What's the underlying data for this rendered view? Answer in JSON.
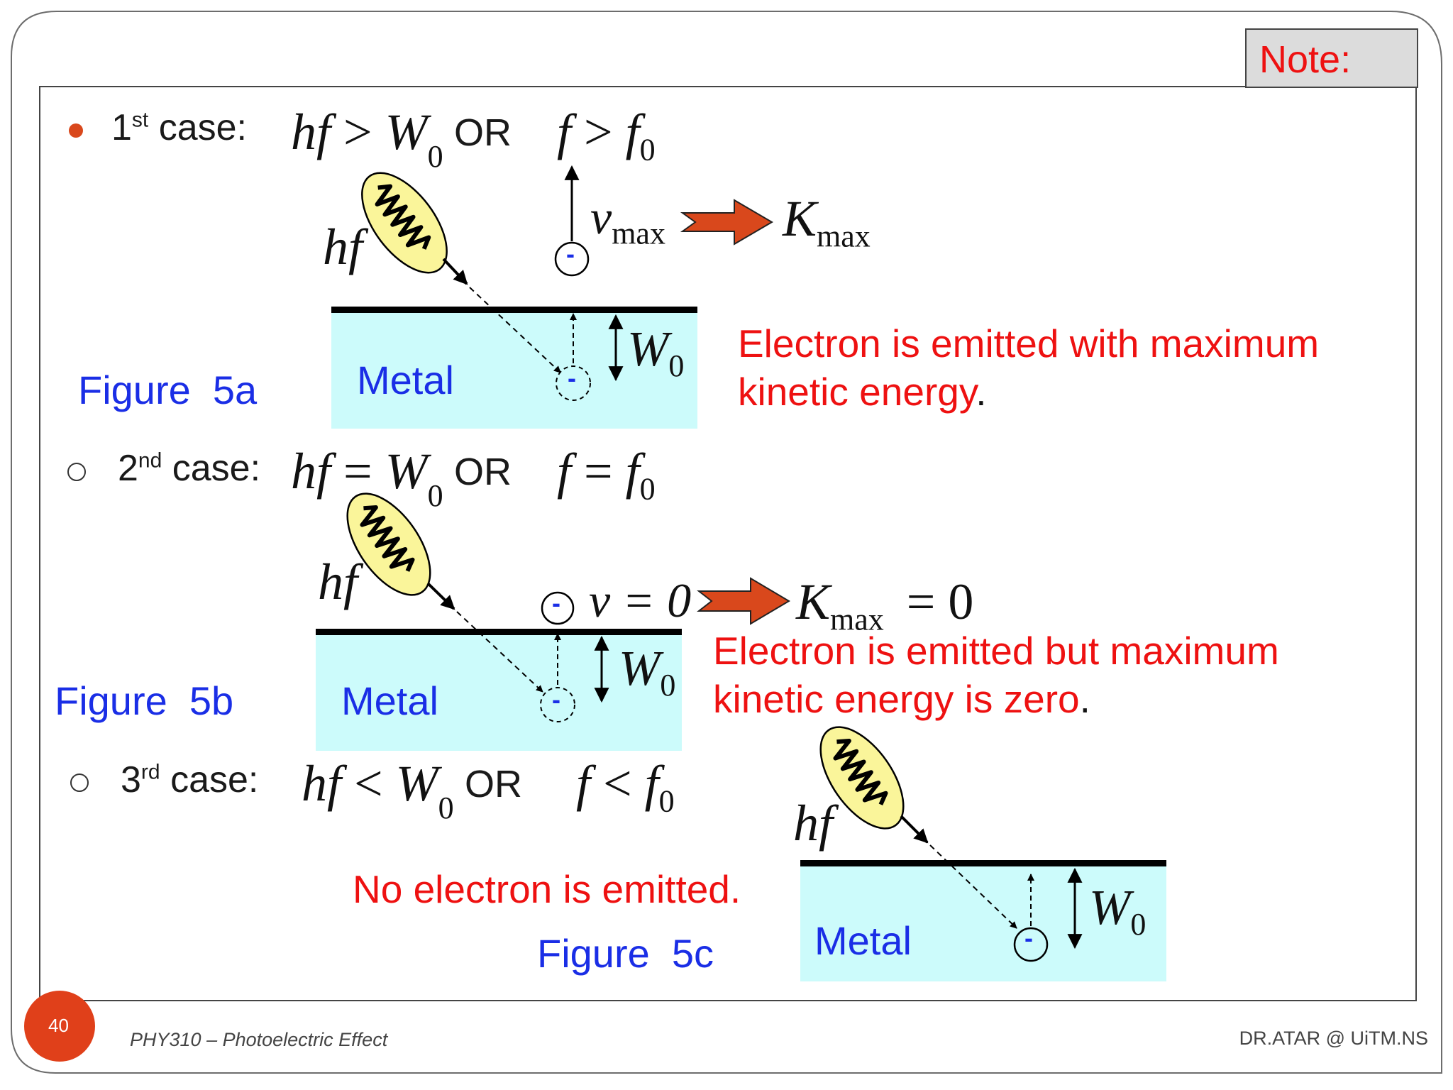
{
  "note": {
    "label": "Note:"
  },
  "cases": [
    {
      "ordinal": "1",
      "suffix": "st",
      "word": "case:",
      "cond1_lhs": "hf",
      "cond1_op": ">",
      "cond1_rhs": "W",
      "cond1_sub": "0",
      "or_label": "OR",
      "cond2_lhs": "f",
      "cond2_op": ">",
      "cond2_rhs": "f",
      "cond2_sub": "0",
      "bullet": "filled"
    },
    {
      "ordinal": "2",
      "suffix": "nd",
      "word": "case:",
      "cond1_lhs": "hf",
      "cond1_op": "=",
      "cond1_rhs": "W",
      "cond1_sub": "0",
      "or_label": "OR",
      "cond2_lhs": "f",
      "cond2_op": "=",
      "cond2_rhs": "f",
      "cond2_sub": "0",
      "bullet": "hollow"
    },
    {
      "ordinal": "3",
      "suffix": "rd",
      "word": "case:",
      "cond1_lhs": "hf",
      "cond1_op": "<",
      "cond1_rhs": "W",
      "cond1_sub": "0",
      "or_label": "OR",
      "cond2_lhs": "f",
      "cond2_op": "<",
      "cond2_rhs": "f",
      "cond2_sub": "0",
      "bullet": "hollow"
    }
  ],
  "figures": {
    "a": {
      "caption": "Figure  5a",
      "metal": "Metal",
      "photon": "hf",
      "work": "W",
      "work_sub": "0",
      "electron": "-",
      "velocity": "v",
      "velocity_sub": "max",
      "energy": "K",
      "energy_sub": "max",
      "description": "Electron is emitted with maximum",
      "description_line2": "kinetic energy",
      "description_period": "."
    },
    "b": {
      "caption": "Figure  5b",
      "metal": "Metal",
      "photon": "hf",
      "work": "W",
      "work_sub": "0",
      "electron": "-",
      "velocity_eq": "v = 0",
      "energy": "K",
      "energy_sub": "max",
      "energy_eq": "= 0",
      "description": "Electron is emitted but maximum",
      "description_line2": "kinetic energy is zero",
      "description_period": "."
    },
    "c": {
      "caption": "Figure  5c",
      "metal": "Metal",
      "photon": "hf",
      "work": "W",
      "work_sub": "0",
      "electron": "-",
      "description": "No electron is emitted."
    }
  },
  "footer": {
    "page_number": "40",
    "course": "PHY310 – Photoelectric Effect",
    "author": "DR.ATAR @ UiTM.NS"
  },
  "colors": {
    "red_text": "#ee1111",
    "blue_text": "#1a2ee6",
    "metal_fill": "#ccfbfb",
    "photon_fill": "#faf59a",
    "arrow_fill": "#d9481c",
    "page_badge": "#e0401a"
  }
}
